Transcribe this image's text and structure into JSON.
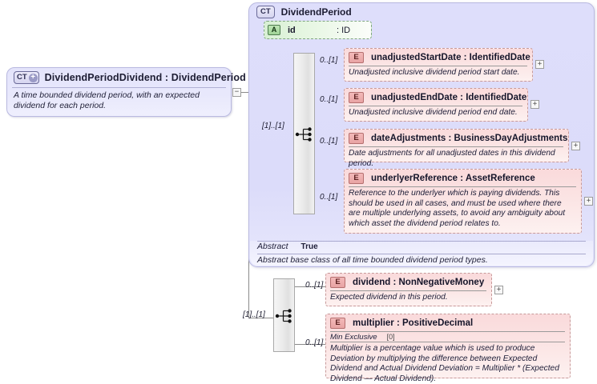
{
  "diagram": {
    "kind": "xsd-schema-diagram",
    "left_type": {
      "badge": "CT",
      "badge_expand": "+",
      "title": "DividendPeriodDividend  :  DividendPeriod",
      "description": "A time bounded dividend period, with an expected dividend for each period.",
      "collapse_toggle": "−"
    },
    "right_type": {
      "badge": "CT",
      "title": "DividendPeriod",
      "attribute": {
        "badge": "A",
        "name": "id",
        "type": ": ID"
      },
      "sequence_cardinality": "[1]..[1]",
      "elements": [
        {
          "badge": "E",
          "name": "unadjustedStartDate  :  IdentifiedDate",
          "description": "Unadjusted inclusive dividend period start date.",
          "cardinality": "0..[1]",
          "expand": "+"
        },
        {
          "badge": "E",
          "name": "unadjustedEndDate  :  IdentifiedDate",
          "description": "Unadjusted inclusive dividend period end date.",
          "cardinality": "0..[1]",
          "expand": "+"
        },
        {
          "badge": "E",
          "name": "dateAdjustments  :  BusinessDayAdjustments",
          "description": "Date adjustments for all unadjusted dates in this dividend period.",
          "cardinality": "0..[1]",
          "expand": "+"
        },
        {
          "badge": "E",
          "name": "underlyerReference  :  AssetReference",
          "description": "Reference to the underlyer which is paying dividends. This should be used in all cases, and must be used where there are multiple underlying assets, to avoid any ambiguity about which asset the dividend period relates to.",
          "cardinality": "0..[1]",
          "expand": "+"
        }
      ],
      "footer": {
        "key": "Abstract",
        "value": "True",
        "note": "Abstract base class of all time bounded dividend period types."
      }
    },
    "bottom_group": {
      "sequence_cardinality": "[1]..[1]",
      "elements": [
        {
          "badge": "E",
          "name": "dividend  :  NonNegativeMoney",
          "description": "Expected dividend in this period.",
          "cardinality": "0..[1]",
          "expand": "+"
        },
        {
          "badge": "E",
          "name": "multiplier  :  PositiveDecimal",
          "facet_key": "Min Exclusive",
          "facet_value": "[0]",
          "description": "Multiplier is a percentage value which is used to produce Deviation by multiplying the difference between Expected Dividend and Actual Dividend Deviation = Multiplier * (Expected Dividend — Actual Dividend).",
          "cardinality": "0..[1]"
        }
      ]
    }
  }
}
